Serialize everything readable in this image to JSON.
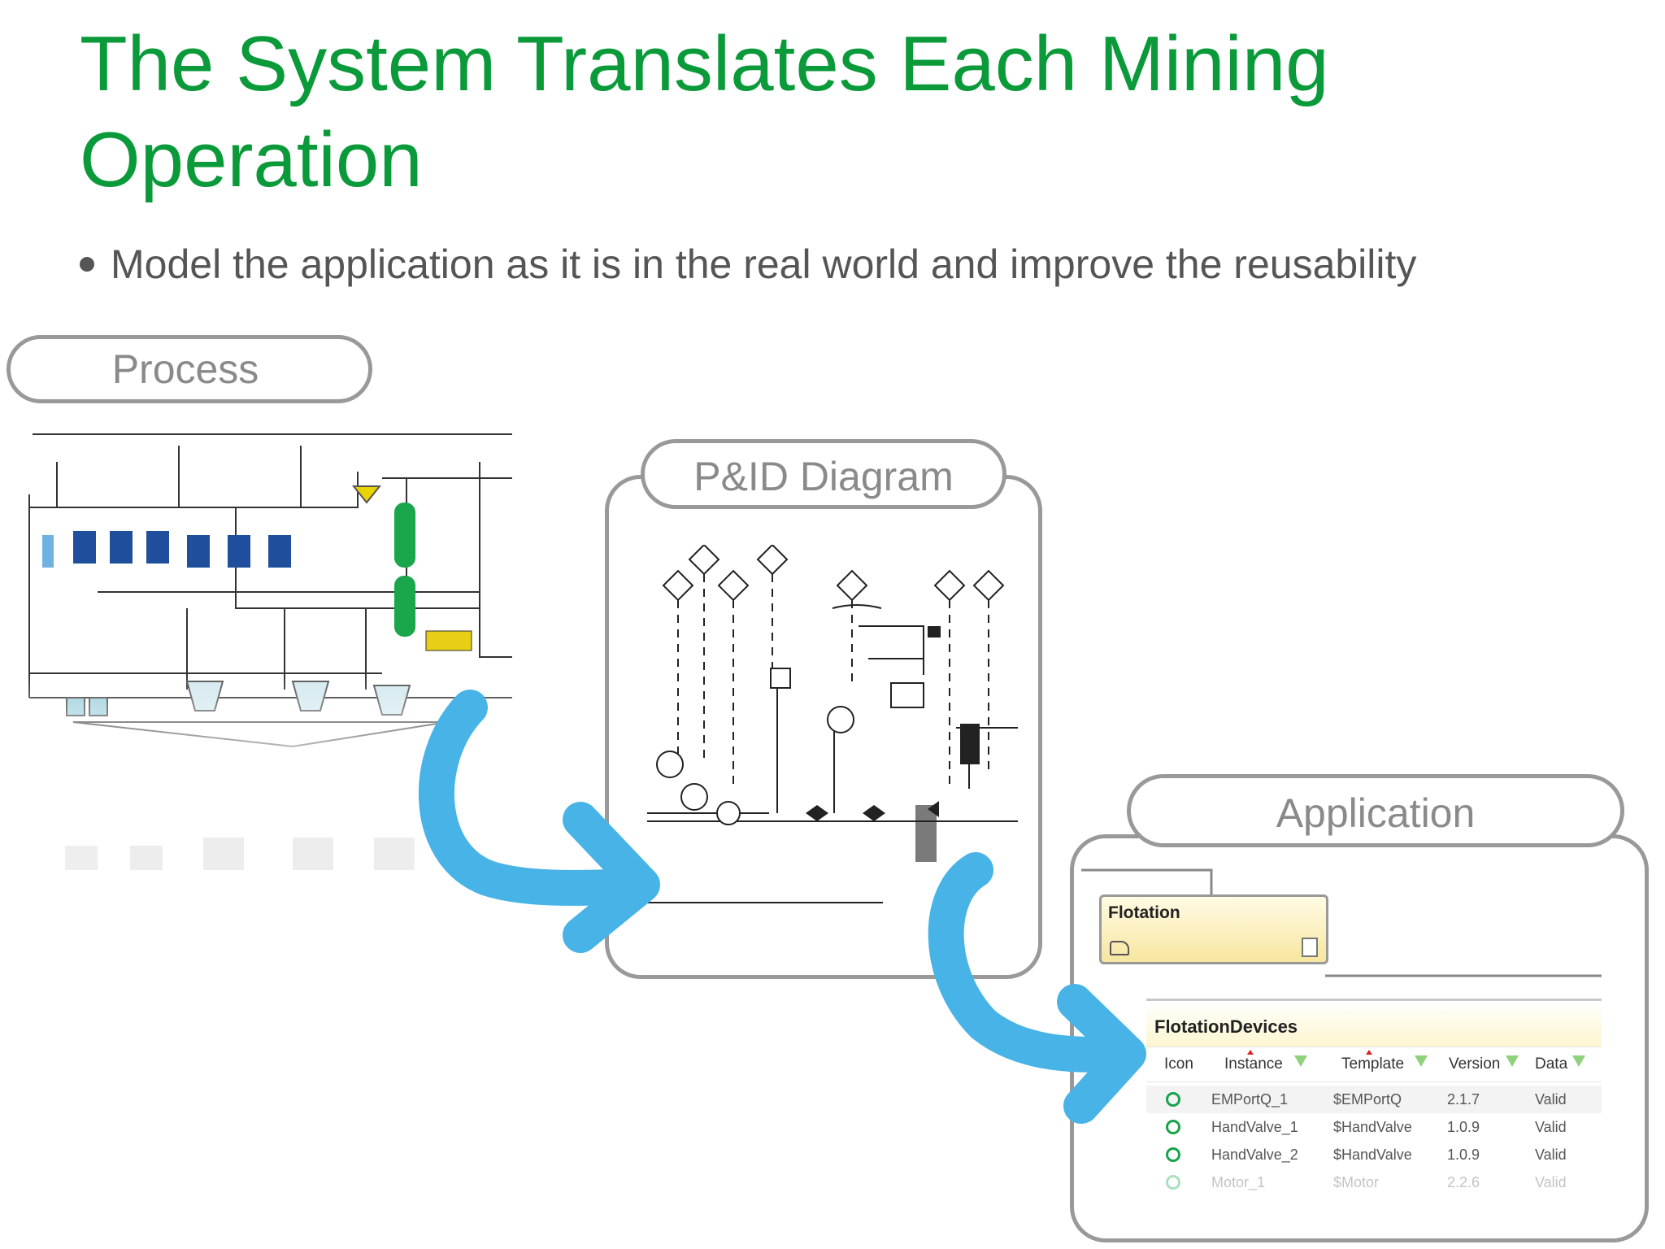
{
  "slide": {
    "title": "The System Translates Each Mining Operation",
    "bullet": "Model the application as it is in the real world and improve the reusability"
  },
  "labels": {
    "process": "Process",
    "pid": "P&ID Diagram",
    "application": "Application"
  },
  "app_panel": {
    "node_title": "Flotation",
    "table_title": "FlotationDevices",
    "columns": [
      "Icon",
      "Instance",
      "Template",
      "Version",
      "Data"
    ],
    "rows": [
      {
        "instance": "EMPortQ_1",
        "template": "$EMPortQ",
        "version": "2.1.7",
        "data": "Valid"
      },
      {
        "instance": "HandValve_1",
        "template": "$HandValve",
        "version": "1.0.9",
        "data": "Valid"
      },
      {
        "instance": "HandValve_2",
        "template": "$HandValve",
        "version": "1.0.9",
        "data": "Valid"
      },
      {
        "instance": "Motor_1",
        "template": "$Motor",
        "version": "2.2.6",
        "data": "Valid"
      }
    ]
  },
  "colors": {
    "title": "#0a9a3a",
    "arrow": "#4ab3e6",
    "frame": "#999999",
    "yellow_node": "#fbeeb0"
  },
  "icons": [
    "bullet-dot",
    "curved-arrow-icon",
    "gear-icon",
    "filter-icon"
  ]
}
